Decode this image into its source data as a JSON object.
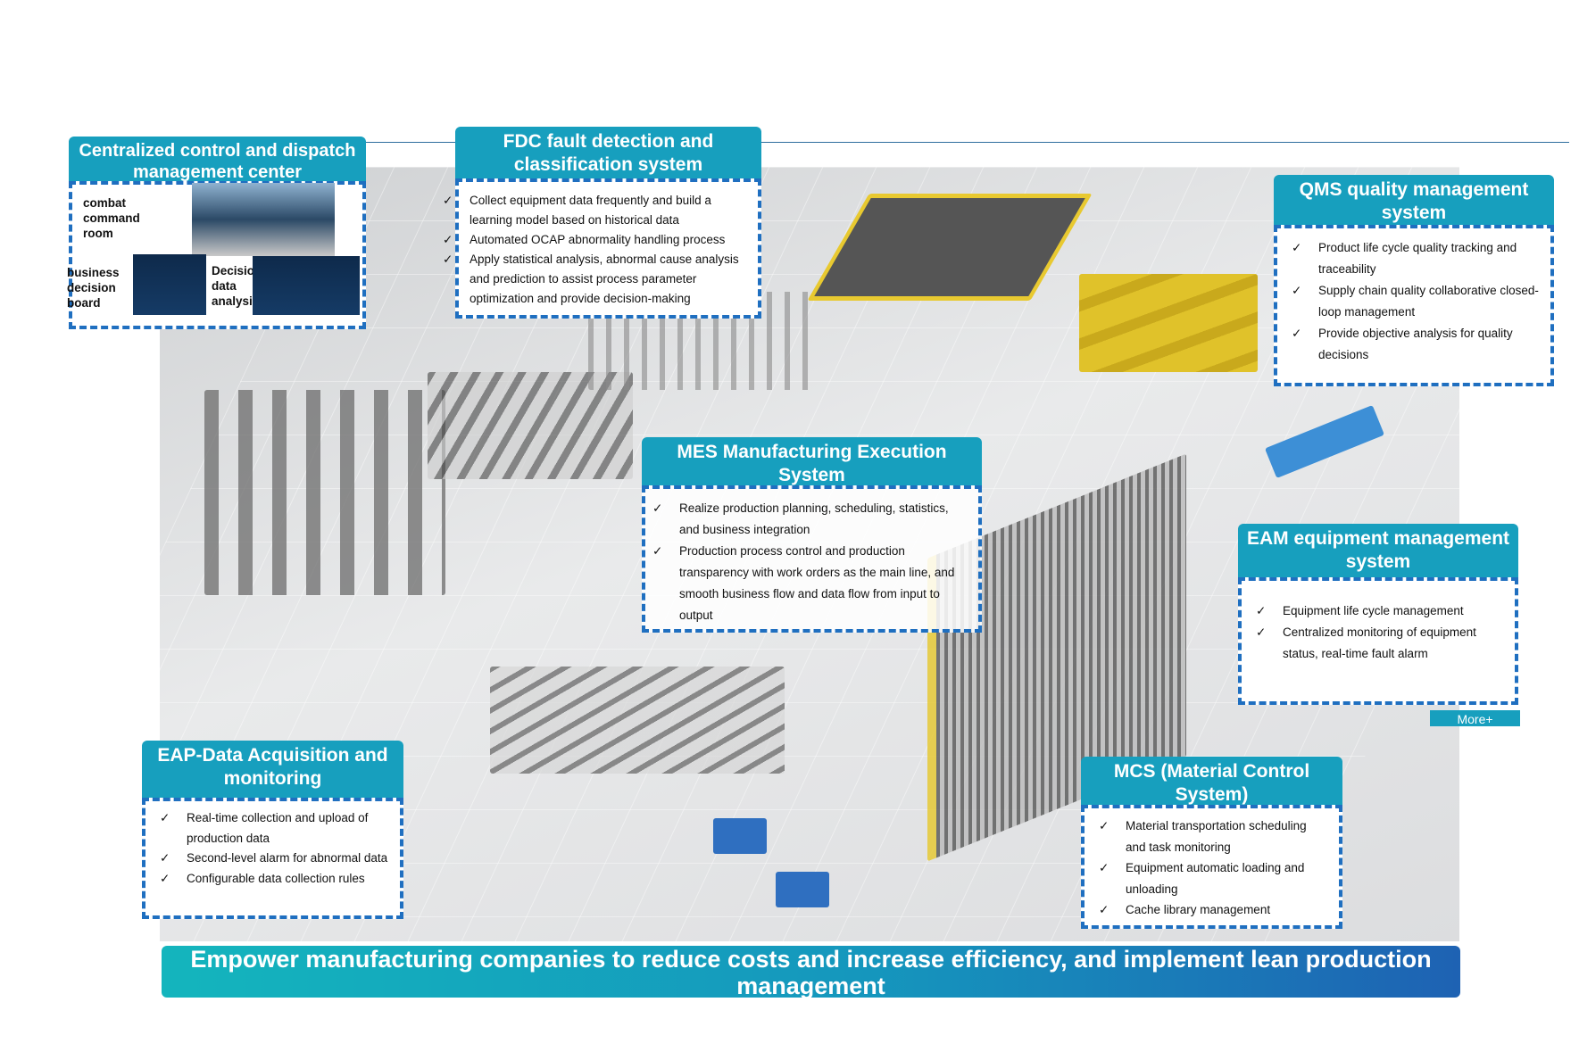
{
  "centralized": {
    "title": "Centralized control and dispatch management center",
    "label_command_room": "combat command room",
    "label_business_board": "business decision board",
    "label_decision_analysis": "Decision data analysis"
  },
  "fdc": {
    "title": "FDC fault detection and classification system",
    "items": [
      "Collect equipment data frequently and build a learning model based on historical data",
      "Automated OCAP abnormality handling process",
      "Apply statistical analysis, abnormal cause analysis and prediction to assist process parameter optimization and provide decision-making"
    ]
  },
  "qms": {
    "title": "QMS quality management system",
    "items": [
      "Product life cycle quality tracking and traceability",
      "Supply chain quality collaborative closed-loop management",
      "Provide objective analysis for quality decisions"
    ]
  },
  "mes": {
    "title": "MES Manufacturing Execution System",
    "items": [
      "Realize production planning, scheduling, statistics, and business integration",
      "Production process control and production transparency with work orders as the main line, and smooth business flow and data flow from input to output"
    ]
  },
  "eam": {
    "title": "EAM equipment management system",
    "items": [
      "Equipment life cycle management",
      "Centralized monitoring of equipment status, real-time fault alarm"
    ],
    "more_label": "More+"
  },
  "eap": {
    "title": "EAP-Data Acquisition and monitoring",
    "items": [
      "Real-time collection and upload of production data",
      "Second-level alarm for abnormal data",
      "Configurable data collection rules"
    ]
  },
  "mcs": {
    "title": "MCS (Material Control System)",
    "items": [
      "Material transportation scheduling and task monitoring",
      "Equipment automatic loading and unloading",
      "Cache library management"
    ]
  },
  "check_mark": "✓",
  "banner": "Empower manufacturing companies to reduce costs and increase efficiency, and implement lean production management"
}
